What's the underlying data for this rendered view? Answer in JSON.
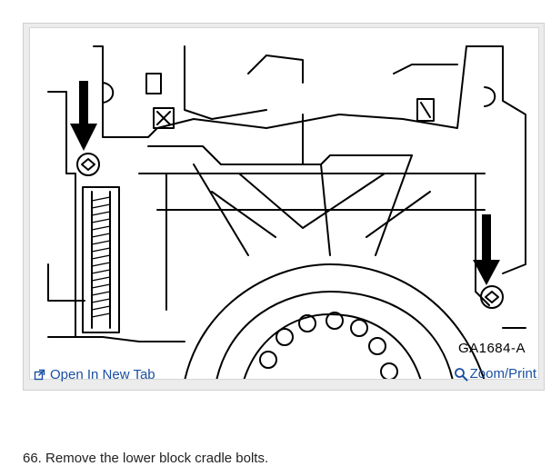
{
  "figure": {
    "id_label": "GA1684-A"
  },
  "toolbar": {
    "open_tab_label": "Open In New Tab",
    "open_tab_icon": "external-link-icon",
    "zoom_print_label": "Zoom/Print",
    "zoom_print_icon": "magnifier-icon",
    "link_color": "#1a4fa3"
  },
  "step": {
    "text": "66. Remove the lower block cradle bolts."
  }
}
